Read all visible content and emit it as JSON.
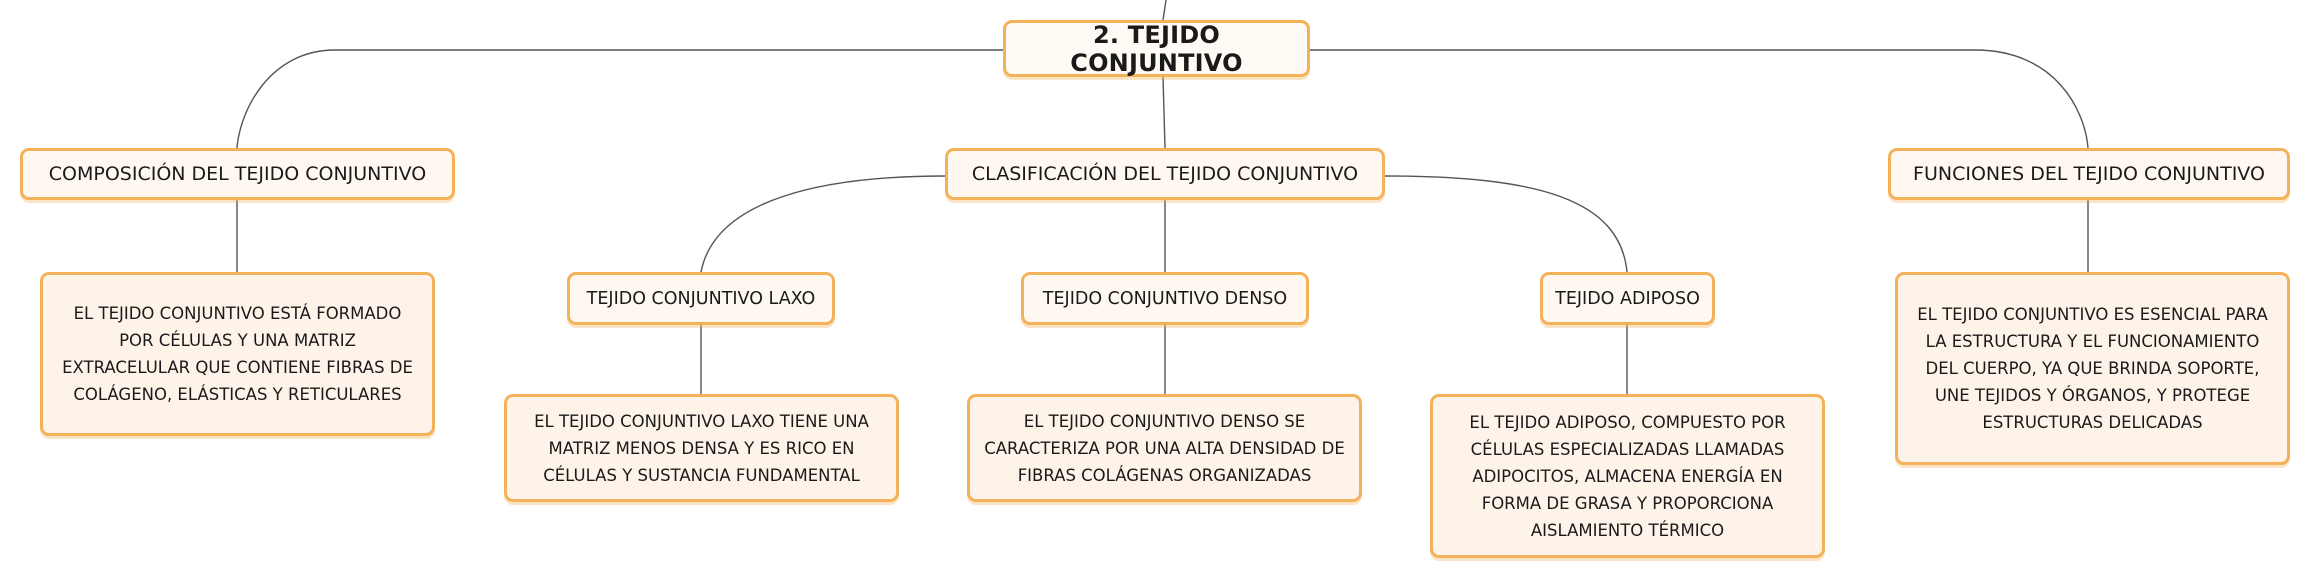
{
  "root": {
    "title": "2. TEJIDO CONJUNTIVO"
  },
  "branches": {
    "composicion": {
      "title": "COMPOSICIÓN DEL TEJIDO CONJUNTIVO",
      "text": "EL TEJIDO CONJUNTIVO ESTÁ FORMADO POR CÉLULAS Y UNA MATRIZ EXTRACELULAR QUE CONTIENE FIBRAS DE COLÁGENO, ELÁSTICAS Y RETICULARES"
    },
    "clasificacion": {
      "title": "CLASIFICACIÓN DEL TEJIDO CONJUNTIVO",
      "children": [
        {
          "title": "TEJIDO CONJUNTIVO LAXO",
          "text": "EL TEJIDO CONJUNTIVO LAXO TIENE UNA MATRIZ MENOS DENSA Y ES RICO EN CÉLULAS Y SUSTANCIA FUNDAMENTAL"
        },
        {
          "title": "TEJIDO CONJUNTIVO DENSO",
          "text": "EL TEJIDO CONJUNTIVO DENSO SE CARACTERIZA POR UNA ALTA DENSIDAD DE FIBRAS COLÁGENAS ORGANIZADAS"
        },
        {
          "title": "TEJIDO ADIPOSO",
          "text": "EL TEJIDO ADIPOSO, COMPUESTO POR CÉLULAS ESPECIALIZADAS LLAMADAS ADIPOCITOS, ALMACENA ENERGÍA EN FORMA DE GRASA Y PROPORCIONA AISLAMIENTO TÉRMICO"
        }
      ]
    },
    "funciones": {
      "title": "FUNCIONES DEL TEJIDO CONJUNTIVO",
      "text": "EL TEJIDO CONJUNTIVO ES ESENCIAL PARA LA ESTRUCTURA Y EL FUNCIONAMIENTO DEL CUERPO, YA QUE BRINDA SOPORTE, UNE TEJIDOS Y ÓRGANOS, Y PROTEGE ESTRUCTURAS DELICADAS"
    }
  },
  "colors": {
    "node_border": "#f3b15a",
    "node_fill": "#fff8f0",
    "leaf_fill": "#fef3e8",
    "connector": "#555555"
  }
}
